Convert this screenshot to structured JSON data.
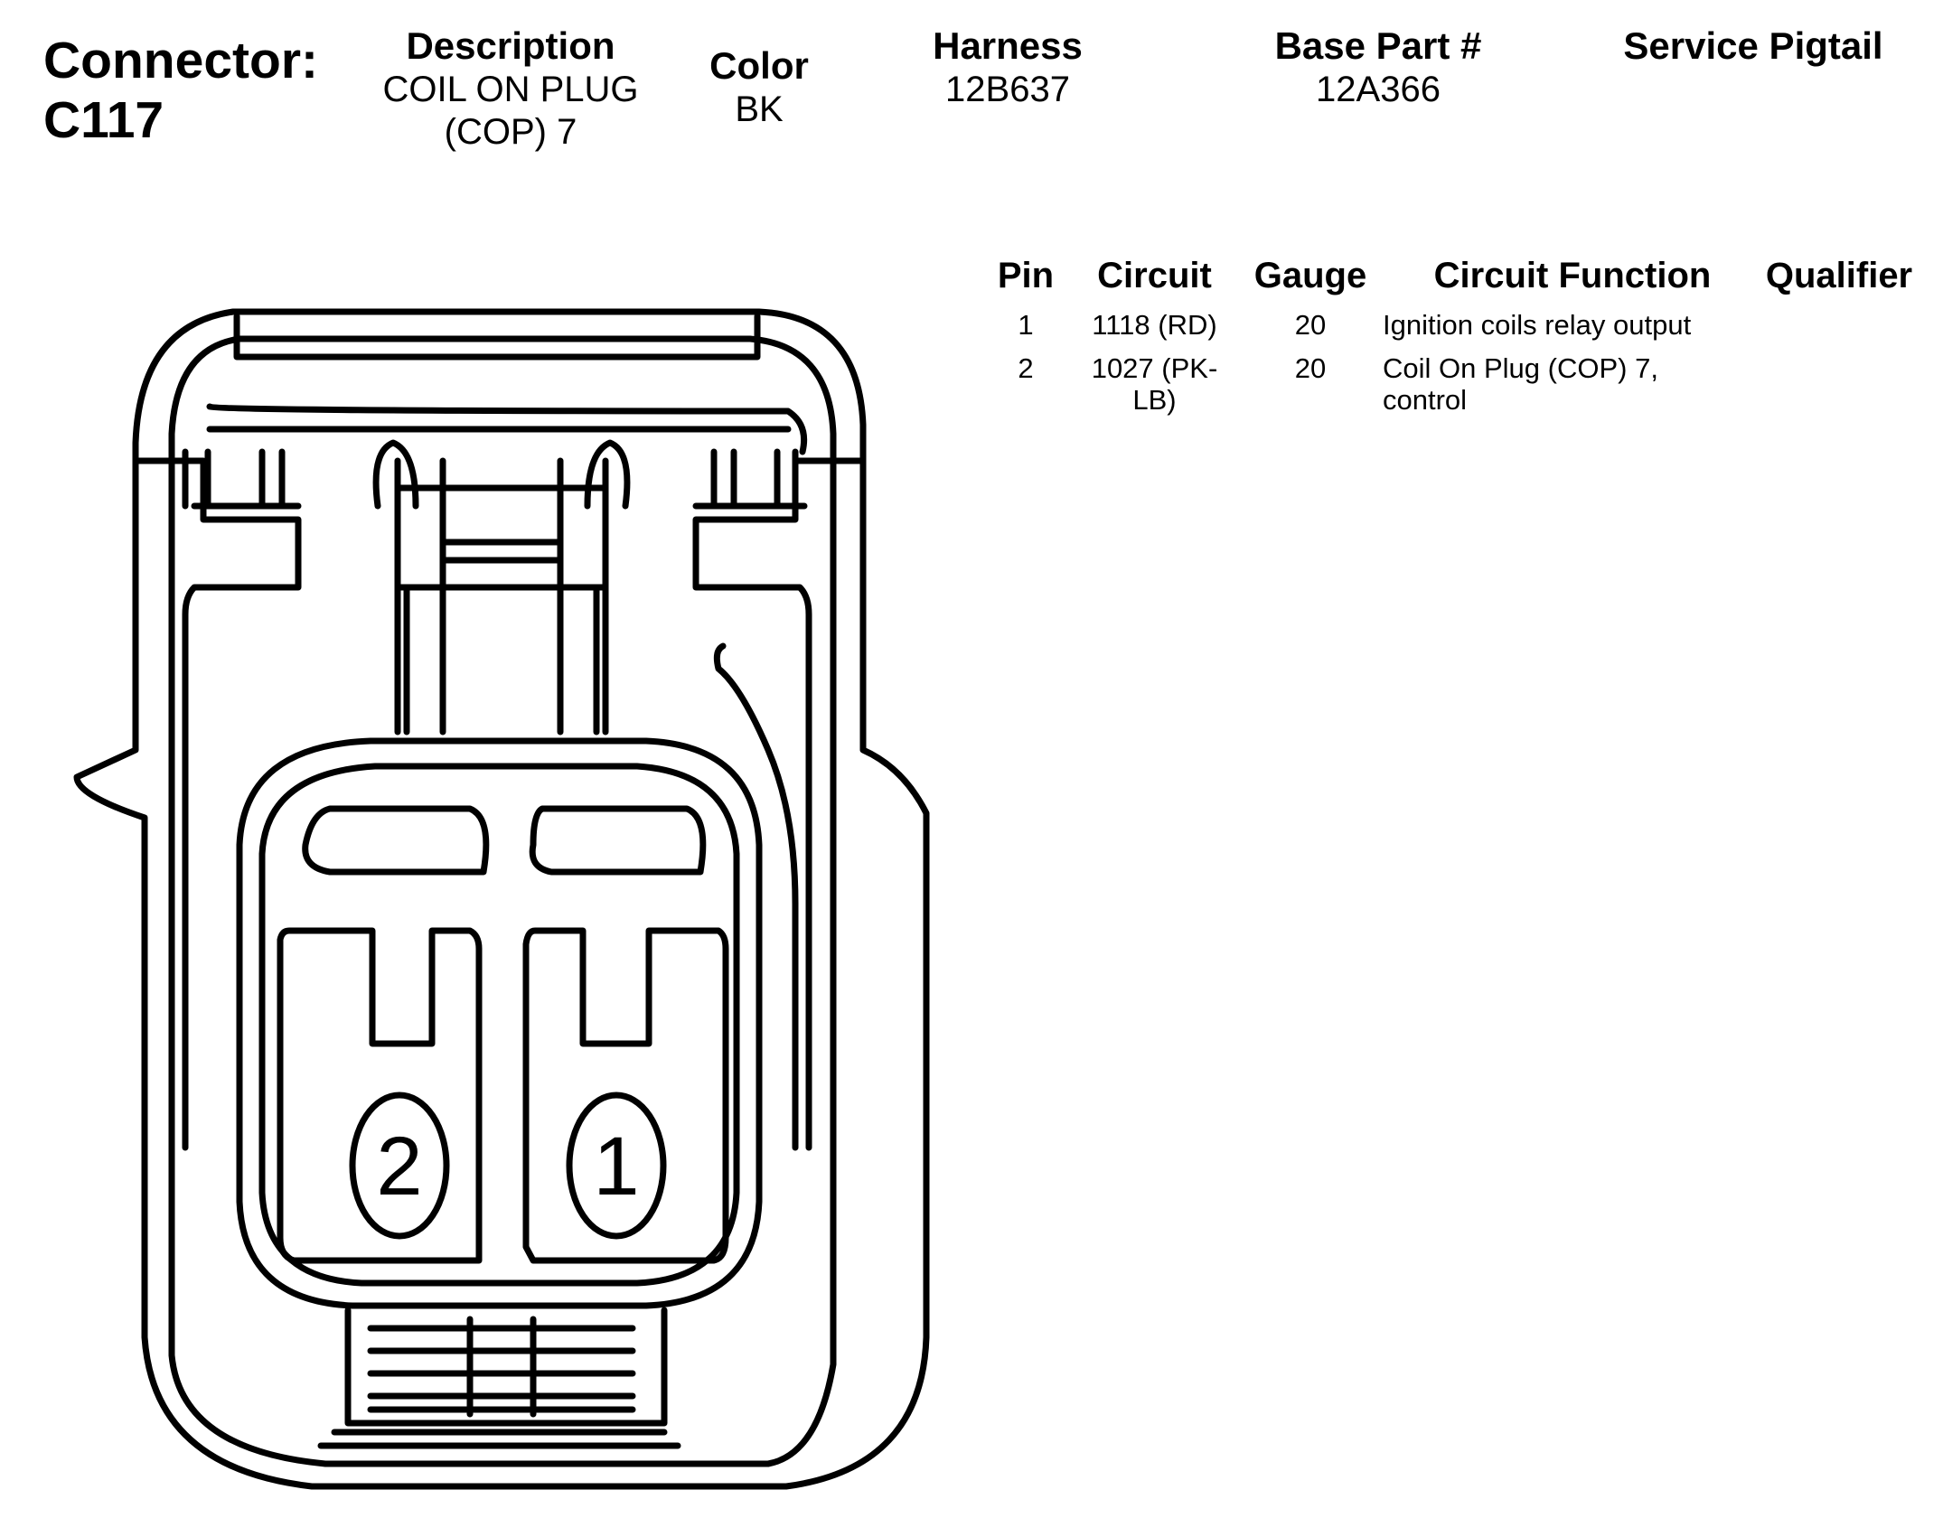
{
  "header": {
    "connector_label": "Connector:",
    "connector_id": "C117",
    "description": {
      "label": "Description",
      "value_line1": "COIL ON PLUG",
      "value_line2": "(COP) 7"
    },
    "color": {
      "label": "Color",
      "value": "BK"
    },
    "harness": {
      "label": "Harness",
      "value": "12B637"
    },
    "base_part": {
      "label": "Base Part #",
      "value": "12A366"
    },
    "service_pigtail": {
      "label": "Service Pigtail",
      "value": ""
    }
  },
  "pin_table": {
    "columns": [
      "Pin",
      "Circuit",
      "Gauge",
      "Circuit Function",
      "Qualifier"
    ],
    "rows": [
      {
        "pin": "1",
        "circuit_line1": "1118 (RD)",
        "circuit_line2": "",
        "gauge": "20",
        "function_line1": "Ignition coils relay output",
        "function_line2": "",
        "qualifier": ""
      },
      {
        "pin": "2",
        "circuit_line1": "1027 (PK-",
        "circuit_line2": "LB)",
        "gauge": "20",
        "function_line1": "Coil On Plug (COP) 7,",
        "function_line2": "control",
        "qualifier": ""
      }
    ]
  },
  "drawing": {
    "cavity_labels": [
      "2",
      "1"
    ]
  }
}
